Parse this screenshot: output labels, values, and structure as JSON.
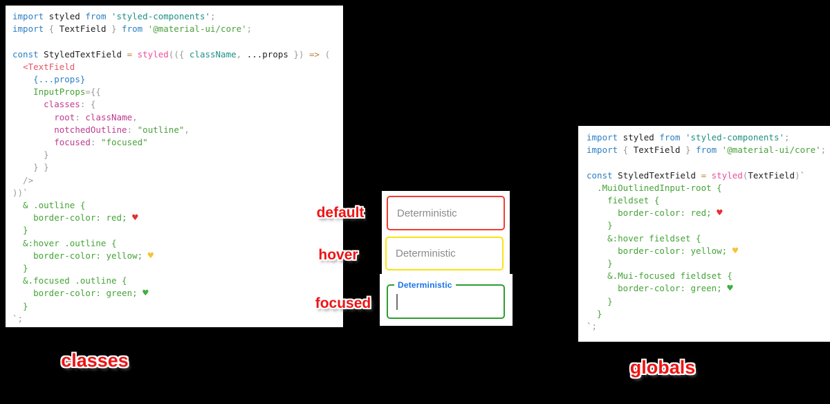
{
  "labels": {
    "default": "default",
    "hover": "hover",
    "focused": "focused",
    "classes": "classes",
    "globals": "globals"
  },
  "fields": {
    "default": {
      "placeholder": "Deterministic",
      "border_color": "#f23b30"
    },
    "hover": {
      "placeholder": "Deterministic",
      "border_color": "#f9e412"
    },
    "focused": {
      "label": "Deterministic",
      "label_color": "#1a73e8",
      "border_color": "#2e9c31"
    }
  },
  "colors": {
    "background": "#000000",
    "panel": "#ffffff",
    "sticker_red": "#ee1414",
    "heart_red": "#e63030",
    "heart_yellow": "#f7c239",
    "heart_green": "#3fae3f"
  },
  "left_code": {
    "lines": [
      [
        {
          "t": "import",
          "c": "kw"
        },
        {
          "t": " styled ",
          "c": "pl"
        },
        {
          "t": "from",
          "c": "kw"
        },
        {
          "t": " 'styled-components'",
          "c": "st"
        },
        {
          "t": ";",
          "c": "pu"
        }
      ],
      [
        {
          "t": "import",
          "c": "kw"
        },
        {
          "t": " { ",
          "c": "pu"
        },
        {
          "t": "TextField",
          "c": "pl"
        },
        {
          "t": " } ",
          "c": "pu"
        },
        {
          "t": "from",
          "c": "kw"
        },
        {
          "t": " '@material-ui/core'",
          "c": "sg"
        },
        {
          "t": ";",
          "c": "pu"
        }
      ],
      [],
      [
        {
          "t": "const",
          "c": "kw"
        },
        {
          "t": " StyledTextField ",
          "c": "pl"
        },
        {
          "t": "=",
          "c": "op"
        },
        {
          "t": " styled",
          "c": "fn"
        },
        {
          "t": "(({ ",
          "c": "pu"
        },
        {
          "t": "className",
          "c": "tl"
        },
        {
          "t": ", ",
          "c": "pu"
        },
        {
          "t": "...props",
          "c": "pl"
        },
        {
          "t": " })",
          "c": "pu"
        },
        {
          "t": " =>",
          "c": "op"
        },
        {
          "t": " (",
          "c": "pu"
        }
      ],
      [
        {
          "t": "  ",
          "c": "pl"
        },
        {
          "t": "<TextField",
          "c": "tag"
        }
      ],
      [
        {
          "t": "    ",
          "c": "pl"
        },
        {
          "t": "{...props}",
          "c": "kw"
        }
      ],
      [
        {
          "t": "    ",
          "c": "pl"
        },
        {
          "t": "InputProps",
          "c": "cs"
        },
        {
          "t": "={{",
          "c": "pu"
        }
      ],
      [
        {
          "t": "      ",
          "c": "pl"
        },
        {
          "t": "classes",
          "c": "key"
        },
        {
          "t": ": {",
          "c": "pu"
        }
      ],
      [
        {
          "t": "        ",
          "c": "pl"
        },
        {
          "t": "root",
          "c": "key"
        },
        {
          "t": ": ",
          "c": "pu"
        },
        {
          "t": "className",
          "c": "key"
        },
        {
          "t": ",",
          "c": "pu"
        }
      ],
      [
        {
          "t": "        ",
          "c": "pl"
        },
        {
          "t": "notchedOutline",
          "c": "key"
        },
        {
          "t": ": ",
          "c": "pu"
        },
        {
          "t": "\"outline\"",
          "c": "sg"
        },
        {
          "t": ",",
          "c": "pu"
        }
      ],
      [
        {
          "t": "        ",
          "c": "pl"
        },
        {
          "t": "focused",
          "c": "key"
        },
        {
          "t": ": ",
          "c": "pu"
        },
        {
          "t": "\"focused\"",
          "c": "sg"
        }
      ],
      [
        {
          "t": "      }",
          "c": "pu"
        }
      ],
      [
        {
          "t": "    } }",
          "c": "pu"
        }
      ],
      [
        {
          "t": "  />",
          "c": "pu"
        }
      ],
      [
        {
          "t": "))",
          "c": "pu"
        },
        {
          "t": "`",
          "c": "cs"
        }
      ],
      [
        {
          "t": "  & .outline {",
          "c": "cs"
        }
      ],
      [
        {
          "t": "    border-color: red; ",
          "c": "cs"
        },
        {
          "t": "♥",
          "c": "hr"
        }
      ],
      [
        {
          "t": "  }",
          "c": "cs"
        }
      ],
      [
        {
          "t": "  &:hover .outline {",
          "c": "cs"
        }
      ],
      [
        {
          "t": "    border-color: yellow; ",
          "c": "cs"
        },
        {
          "t": "♥",
          "c": "hy"
        }
      ],
      [
        {
          "t": "  }",
          "c": "cs"
        }
      ],
      [
        {
          "t": "  &.focused .outline {",
          "c": "cs"
        }
      ],
      [
        {
          "t": "    border-color: green; ",
          "c": "cs"
        },
        {
          "t": "♥",
          "c": "hg"
        }
      ],
      [
        {
          "t": "  }",
          "c": "cs"
        }
      ],
      [
        {
          "t": "`",
          "c": "cs"
        },
        {
          "t": ";",
          "c": "pu"
        }
      ]
    ]
  },
  "right_code": {
    "lines": [
      [
        {
          "t": "import",
          "c": "kw"
        },
        {
          "t": " styled ",
          "c": "pl"
        },
        {
          "t": "from",
          "c": "kw"
        },
        {
          "t": " 'styled-components'",
          "c": "st"
        },
        {
          "t": ";",
          "c": "pu"
        }
      ],
      [
        {
          "t": "import",
          "c": "kw"
        },
        {
          "t": " { ",
          "c": "pu"
        },
        {
          "t": "TextField",
          "c": "pl"
        },
        {
          "t": " } ",
          "c": "pu"
        },
        {
          "t": "from",
          "c": "kw"
        },
        {
          "t": " '@material-ui/core'",
          "c": "sg"
        },
        {
          "t": ";",
          "c": "pu"
        }
      ],
      [],
      [
        {
          "t": "const",
          "c": "kw"
        },
        {
          "t": " StyledTextField ",
          "c": "pl"
        },
        {
          "t": "=",
          "c": "op"
        },
        {
          "t": " styled",
          "c": "fn"
        },
        {
          "t": "(",
          "c": "pu"
        },
        {
          "t": "TextField",
          "c": "pl"
        },
        {
          "t": ")",
          "c": "pu"
        },
        {
          "t": "`",
          "c": "cs"
        }
      ],
      [
        {
          "t": "  .MuiOutlinedInput-root {",
          "c": "cs"
        }
      ],
      [
        {
          "t": "    fieldset {",
          "c": "cs"
        }
      ],
      [
        {
          "t": "      border-color: red; ",
          "c": "cs"
        },
        {
          "t": "♥",
          "c": "hr"
        }
      ],
      [
        {
          "t": "    }",
          "c": "cs"
        }
      ],
      [
        {
          "t": "    &:hover fieldset {",
          "c": "cs"
        }
      ],
      [
        {
          "t": "      border-color: yellow; ",
          "c": "cs"
        },
        {
          "t": "♥",
          "c": "hy"
        }
      ],
      [
        {
          "t": "    }",
          "c": "cs"
        }
      ],
      [
        {
          "t": "    &.Mui-focused fieldset {",
          "c": "cs"
        }
      ],
      [
        {
          "t": "      border-color: green; ",
          "c": "cs"
        },
        {
          "t": "♥",
          "c": "hg"
        }
      ],
      [
        {
          "t": "    }",
          "c": "cs"
        }
      ],
      [
        {
          "t": "  }",
          "c": "cs"
        }
      ],
      [
        {
          "t": "`",
          "c": "cs"
        },
        {
          "t": ";",
          "c": "pu"
        }
      ]
    ]
  }
}
